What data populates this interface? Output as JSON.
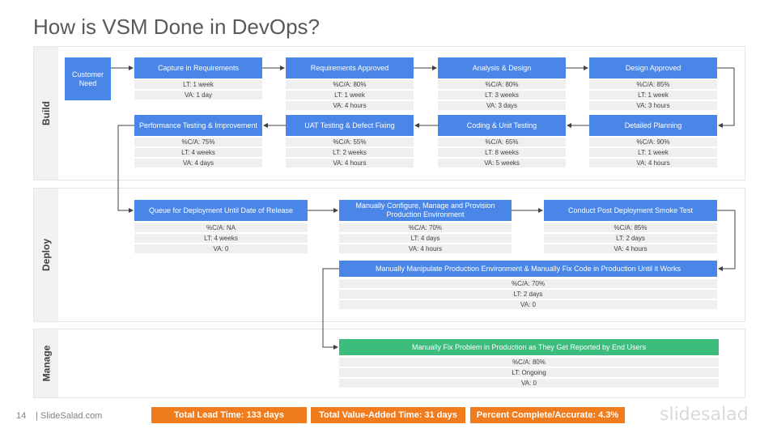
{
  "title": "How is VSM Done in DevOps?",
  "sections": {
    "build": "Build",
    "deploy": "Deploy",
    "manage": "Manage"
  },
  "build": {
    "customer_need": "Customer Need",
    "capture": {
      "label": "Capture in Requirements",
      "m": [
        "LT: 1 week",
        "VA: 1 day"
      ]
    },
    "req_approved": {
      "label": "Requirements Approved",
      "m": [
        "%C/A: 80%",
        "LT: 1 week",
        "VA: 4 hours"
      ]
    },
    "analysis": {
      "label": "Analysis & Design",
      "m": [
        "%C/A: 80%",
        "LT: 3 weeks",
        "VA: 3 days"
      ]
    },
    "design_approved": {
      "label": "Design Approved",
      "m": [
        "%C/A: 85%",
        "LT: 1 week",
        "VA: 3 hours"
      ]
    },
    "perf_testing": {
      "label": "Performance Testing & Improvement",
      "m": [
        "%C/A: 75%",
        "LT: 4 weeks",
        "VA: 4 days"
      ]
    },
    "uat": {
      "label": "UAT Testing & Defect Fixing",
      "m": [
        "%C/A: 55%",
        "LT: 2 weeks",
        "VA: 4 hours"
      ]
    },
    "coding": {
      "label": "Coding & Unit Testing",
      "m": [
        "%C/A: 65%",
        "LT: 8 weeks",
        "VA: 5 weeks"
      ]
    },
    "detailed": {
      "label": "Detailed Planning",
      "m": [
        "%C/A: 90%",
        "LT: 1 week",
        "VA: 4 hours"
      ]
    }
  },
  "deploy": {
    "queue": {
      "label": "Queue for Deployment Until Date of Release",
      "m": [
        "%C/A: NA",
        "LT: 4 weeks",
        "VA: 0"
      ]
    },
    "configure": {
      "label": "Manually Configure, Manage and Provision Production Environment",
      "m": [
        "%C/A: 70%",
        "LT: 4 days",
        "VA: 4 hours"
      ]
    },
    "smoke": {
      "label": "Conduct Post Deployment Smoke Test",
      "m": [
        "%C/A: 85%",
        "LT: 2 days",
        "VA: 4 hours"
      ]
    },
    "manipulate": {
      "label": "Manually Manipulate Production Environment & Manually Fix Code in Production Until it Works",
      "m": [
        "%C/A: 70%",
        "LT: 2 days",
        "VA: 0"
      ]
    }
  },
  "manage": {
    "fix": {
      "label": "Manually Fix Problem in Production as They Get Reported by End Users",
      "m": [
        "%C/A: 80%",
        "LT: Ongoing",
        "VA: 0"
      ]
    }
  },
  "footer": {
    "page": "14",
    "brand": "| SlideSalad.com",
    "lead_time": "Total Lead Time: 133 days",
    "value_added": "Total Value-Added Time: 31 days",
    "pca": "Percent Complete/Accurate: 4.3%",
    "logo": "slidesalad"
  },
  "colors": {
    "step": "#4a86e8",
    "manage_step": "#3dbd7d",
    "summary": "#f07c1e"
  }
}
